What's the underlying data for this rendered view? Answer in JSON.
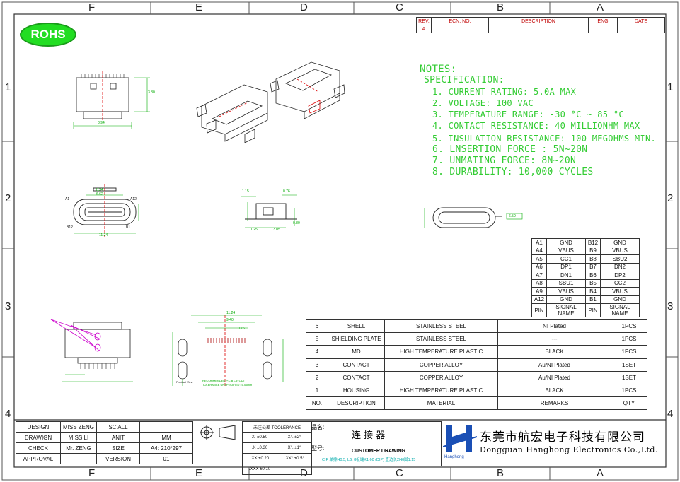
{
  "zones": {
    "top": [
      "F",
      "E",
      "D",
      "C",
      "B",
      "A"
    ],
    "bottom": [
      "F",
      "E",
      "D",
      "C",
      "B",
      "A"
    ],
    "left": [
      "1",
      "2",
      "3",
      "4"
    ],
    "right": [
      "1",
      "2",
      "3",
      "4"
    ]
  },
  "rohs": "ROHS",
  "revision": {
    "headers": [
      "REV.",
      "ECN. NO.",
      "DESCRIPTION",
      "ENG",
      "DATE"
    ],
    "row": [
      "A",
      "",
      "",
      "",
      ""
    ]
  },
  "notes": {
    "title": "NOTES:",
    "spec_title": "SPECIFICATION:",
    "items": [
      "1. CURRENT RATING: 5.0A MAX",
      "2. VOLTAGE: 100 VAC",
      "3. TEMPERATURE RANGE: -30 °C ~ 85 °C",
      "4. CONTACT RESISTANCE: 40 MILLIONHM MAX",
      "5. INSULATION RESISTANCE: 100 MEGOHMS MIN.",
      "6. LNSERTION FORCE : 5N~20N",
      "7. UNMATING FORCE: 8N~20N",
      "8. DURABILITY:  10,000 CYCLES"
    ]
  },
  "pin_table": {
    "rows": [
      [
        "A1",
        "GND",
        "B12",
        "GND"
      ],
      [
        "A4",
        "VBUS",
        "B9",
        "VBUS"
      ],
      [
        "A5",
        "CC1",
        "B8",
        "SBU2"
      ],
      [
        "A6",
        "DP1",
        "B7",
        "DN2"
      ],
      [
        "A7",
        "DN1",
        "B6",
        "DP2"
      ],
      [
        "A8",
        "SBU1",
        "B5",
        "CC2"
      ],
      [
        "A9",
        "VBUS",
        "B4",
        "VBUS"
      ],
      [
        "A12",
        "GND",
        "B1",
        "GND"
      ]
    ],
    "footer": [
      "PIN",
      "SIGNAL NAME",
      "PIN",
      "SIGNAL NAME"
    ]
  },
  "bom": {
    "rows": [
      [
        "6",
        "SHELL",
        "STAINLESS STEEL",
        "NI Plated",
        "1PCS"
      ],
      [
        "5",
        "SHIELDING PLATE",
        "STAINLESS STEEL",
        "---",
        "1PCS"
      ],
      [
        "4",
        "MD",
        "HIGH TEMPERATURE PLASTIC",
        "BLACK",
        "1PCS"
      ],
      [
        "3",
        "CONTACT",
        "COPPER ALLOY",
        "Au/NI Plated",
        "1SET"
      ],
      [
        "2",
        "CONTACT",
        "COPPER ALLOY",
        "Au/NI Plated",
        "1SET"
      ],
      [
        "1",
        "HOUSING",
        "HIGH TEMPERATURE PLASTIC",
        "BLACK",
        "1PCS"
      ]
    ],
    "footer": [
      "NO.",
      "DESCRIPTION",
      "MATERIAL",
      "REMARKS",
      "QTY"
    ]
  },
  "title_block": {
    "rows": [
      [
        "DESIGN",
        "MISS ZENG",
        "SC ALL",
        ""
      ],
      [
        "DRAWIGN",
        "MISS LI",
        "ANIT",
        "MM"
      ],
      [
        "CHECK",
        "Mr. ZENG",
        "SIZE",
        "A4: 210*297"
      ],
      [
        "APPROVAL",
        "",
        "VERSION",
        "01"
      ]
    ],
    "tol_header": [
      "未注公差 TOOLERANCE",
      ""
    ],
    "tol_rows": [
      [
        "X. ±0.50",
        "X°. ±2°"
      ],
      [
        ".X ±0.30",
        "X°. ±1°"
      ],
      [
        ".XX ±0.20",
        ".XX° ±0.5°"
      ],
      [
        ".XXX ±0.10",
        ""
      ]
    ],
    "name_label": "品名:",
    "name_value": "连 接 器",
    "model_label": "型号:",
    "customer_drawing": "CUSTOMER DRAWING",
    "part_no": "C F 单排H0.5, L6. 8板端K1.60 (DIP) 直边长2H0脚1.15",
    "company_cn": "东莞市航宏电子科技有限公司",
    "company_en": "Dongguan Hanghong Electronics Co.,Ltd.",
    "logo_text": "Hanghong"
  },
  "dims": {
    "front_width": "8.94",
    "front_height": "3.80",
    "mid_w1": "8.34",
    "mid_w2": "6.62",
    "mid_w3": "11.24",
    "pin_a1": "A1",
    "pin_a12": "A12",
    "pin_b12": "B12",
    "pin_b1": "B1",
    "side_1": "1.15",
    "side_2": "0.76",
    "side_3": "1.25",
    "side_4": "3.05",
    "side_5": "0.80",
    "pcb_1": "11.24",
    "pcb_2": "9.40",
    "pcb_3": "0.75",
    "right_cable": "6.50",
    "recommend": "RECOMMENDED P.C.B LAYOUT",
    "tolerance": "TOLERANCE UNSPECIFIED ±0.05mm",
    "product_view": "Product View"
  }
}
